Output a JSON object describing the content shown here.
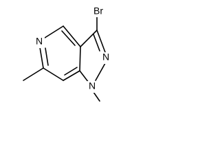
{
  "molecule": {
    "atoms": {
      "br": "Br",
      "n_pyridine": "N",
      "n2_pyrazole": "N",
      "n1_pyrazole": "N"
    }
  }
}
